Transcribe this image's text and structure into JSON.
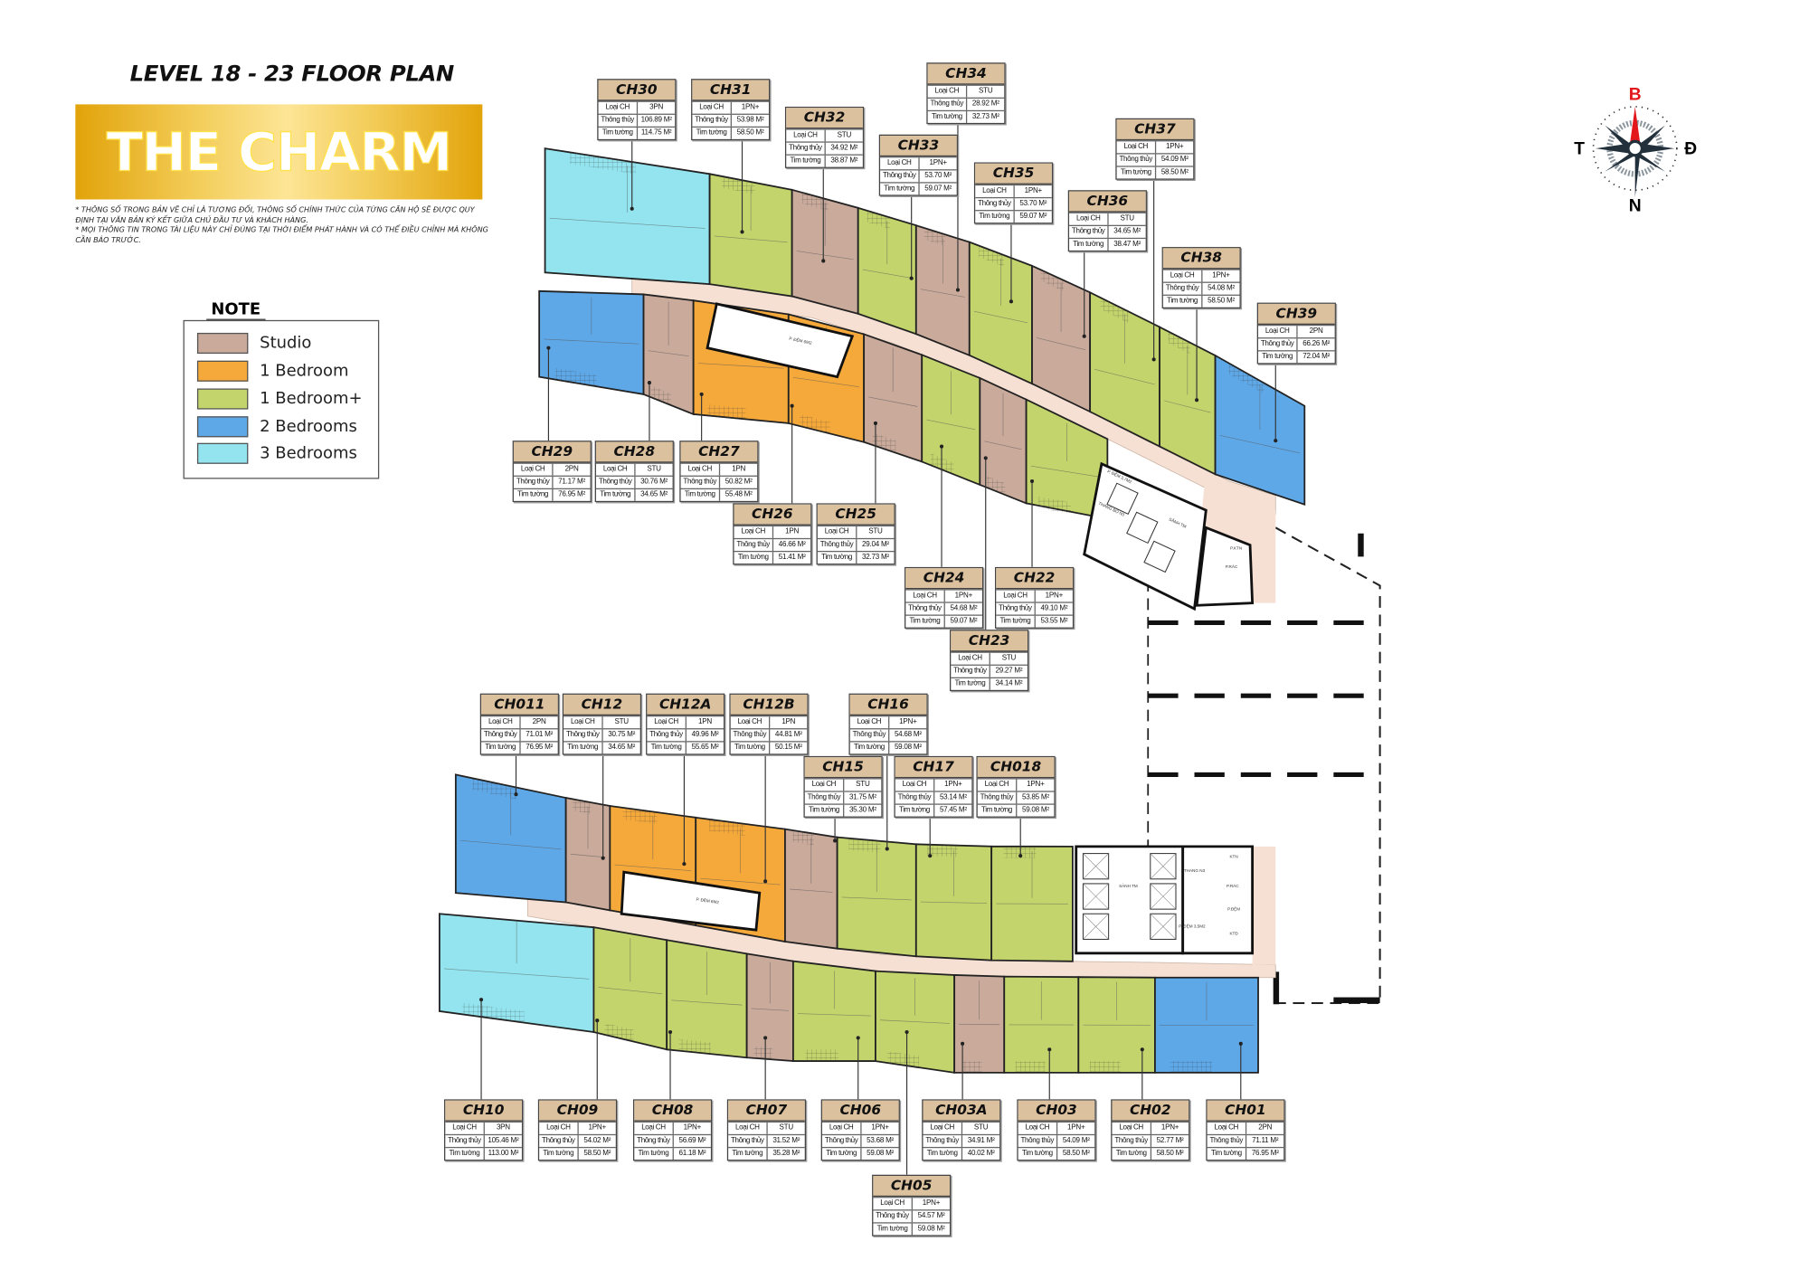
{
  "header": {
    "title": "LEVEL 18 - 23 FLOOR PLAN",
    "brand": "THE CHARM",
    "notes": [
      "* THÔNG SỐ TRONG BẢN VẼ CHỈ LÀ TƯƠNG ĐỐI, THÔNG SỐ CHÍNH THỨC CỦA TỪNG CĂN HỘ SẼ ĐƯỢC QUY ĐỊNH TẠI VĂN BẢN KÝ KẾT  GIỮA CHỦ ĐẦU TƯ VÀ KHÁCH HÀNG.",
      "* MỌI THÔNG TIN TRONG TÀI LIỆU NÀY CHỈ ĐÚNG TẠI THỜI ĐIỂM PHÁT HÀNH VÀ CÓ THỂ ĐIỀU CHỈNH MÀ KHÔNG CẦN BÁO TRƯỚC."
    ]
  },
  "legend": {
    "title": "NOTE",
    "items": [
      {
        "label": "Studio",
        "code": "STU",
        "color": "#c9aa9b"
      },
      {
        "label": "1 Bedroom",
        "code": "1PN",
        "color": "#f5a93b"
      },
      {
        "label": "1 Bedroom+",
        "code": "1PN+",
        "color": "#c3d46c"
      },
      {
        "label": "2 Bedrooms",
        "code": "2PN",
        "color": "#5fa8e8"
      },
      {
        "label": "3 Bedrooms",
        "code": "3PN",
        "color": "#93e4ee"
      }
    ]
  },
  "labels": {
    "loai": "Loại CH",
    "thong_thuy": "Thông thủy",
    "tim_tuong": "Tim tường"
  },
  "compass": {
    "north": "B",
    "west": "T",
    "east": "Đ",
    "south": "N",
    "north_color": "#e3161b"
  },
  "colors": {
    "corridor": "#f6e0d3",
    "label_header": "#dcc19e"
  },
  "cores": {
    "upper_lobby": "SẢNH TM",
    "upper_stair": "THANG BỘ N3",
    "upper_buffer": "P. ĐỆM 3,7M2",
    "upper_ktn": "P.KTN",
    "upper_trash": "P.RÁC",
    "mid_buffer_upper": "P. ĐỆM 6M2",
    "mid_buffer_lower": "P. ĐỆM 6M2",
    "lower_lobby": "SẢNH TM",
    "lower_stair": "THANG N3",
    "lower_buffer": "P. ĐỆM 3,5M2",
    "lower_ktn": "KTN",
    "lower_trash": "P.RÁC",
    "lower_buffer2": "P.ĐỆM",
    "lower_ktd": "KTĐ"
  },
  "units": [
    {
      "id": "CH30",
      "loai": "3PN",
      "thong_thuy": "106.89 M²",
      "tim_tuong": "114.75 M²"
    },
    {
      "id": "CH31",
      "loai": "1PN+",
      "thong_thuy": "53.98 M²",
      "tim_tuong": "58.50 M²"
    },
    {
      "id": "CH32",
      "loai": "STU",
      "thong_thuy": "34.92 M²",
      "tim_tuong": "38.87 M²"
    },
    {
      "id": "CH33",
      "loai": "1PN+",
      "thong_thuy": "53.70 M²",
      "tim_tuong": "59.07 M²"
    },
    {
      "id": "CH34",
      "loai": "STU",
      "thong_thuy": "28.92 M²",
      "tim_tuong": "32.73 M²"
    },
    {
      "id": "CH35",
      "loai": "1PN+",
      "thong_thuy": "53.70 M²",
      "tim_tuong": "59.07 M²"
    },
    {
      "id": "CH36",
      "loai": "STU",
      "thong_thuy": "34.65 M²",
      "tim_tuong": "38.47 M²"
    },
    {
      "id": "CH37",
      "loai": "1PN+",
      "thong_thuy": "54.09 M²",
      "tim_tuong": "58.50 M²"
    },
    {
      "id": "CH38",
      "loai": "1PN+",
      "thong_thuy": "54.08 M²",
      "tim_tuong": "58.50 M²"
    },
    {
      "id": "CH39",
      "loai": "2PN",
      "thong_thuy": "66.26 M²",
      "tim_tuong": "72.04 M²"
    },
    {
      "id": "CH29",
      "loai": "2PN",
      "thong_thuy": "71.17 M²",
      "tim_tuong": "76.95 M²"
    },
    {
      "id": "CH28",
      "loai": "STU",
      "thong_thuy": "30.76 M²",
      "tim_tuong": "34.65 M²"
    },
    {
      "id": "CH27",
      "loai": "1PN",
      "thong_thuy": "50.82 M²",
      "tim_tuong": "55.48 M²"
    },
    {
      "id": "CH26",
      "loai": "1PN",
      "thong_thuy": "46.66 M²",
      "tim_tuong": "51.41 M²"
    },
    {
      "id": "CH25",
      "loai": "STU",
      "thong_thuy": "29.04 M²",
      "tim_tuong": "32.73 M²"
    },
    {
      "id": "CH24",
      "loai": "1PN+",
      "thong_thuy": "54.68 M²",
      "tim_tuong": "59.07 M²"
    },
    {
      "id": "CH23",
      "loai": "STU",
      "thong_thuy": "29.27 M²",
      "tim_tuong": "34.14 M²"
    },
    {
      "id": "CH22",
      "loai": "1PN+",
      "thong_thuy": "49.10 M²",
      "tim_tuong": "53.55 M²"
    },
    {
      "id": "CH011",
      "loai": "2PN",
      "thong_thuy": "71.01 M²",
      "tim_tuong": "76.95 M²"
    },
    {
      "id": "CH12",
      "loai": "STU",
      "thong_thuy": "30.75 M²",
      "tim_tuong": "34.65 M²"
    },
    {
      "id": "CH12A",
      "loai": "1PN",
      "thong_thuy": "49.96 M²",
      "tim_tuong": "55.65 M²"
    },
    {
      "id": "CH12B",
      "loai": "1PN",
      "thong_thuy": "44.81 M²",
      "tim_tuong": "50.15 M²"
    },
    {
      "id": "CH15",
      "loai": "STU",
      "thong_thuy": "31.75 M²",
      "tim_tuong": "35.30 M²"
    },
    {
      "id": "CH16",
      "loai": "1PN+",
      "thong_thuy": "54.68 M²",
      "tim_tuong": "59.08 M²"
    },
    {
      "id": "CH17",
      "loai": "1PN+",
      "thong_thuy": "53.14 M²",
      "tim_tuong": "57.45 M²"
    },
    {
      "id": "CH018",
      "loai": "1PN+",
      "thong_thuy": "53.85 M²",
      "tim_tuong": "59.08 M²"
    },
    {
      "id": "CH10",
      "loai": "3PN",
      "thong_thuy": "105.46 M²",
      "tim_tuong": "113.00 M²"
    },
    {
      "id": "CH09",
      "loai": "1PN+",
      "thong_thuy": "54.02 M²",
      "tim_tuong": "58.50 M²"
    },
    {
      "id": "CH08",
      "loai": "1PN+",
      "thong_thuy": "56.69 M²",
      "tim_tuong": "61.18 M²"
    },
    {
      "id": "CH07",
      "loai": "STU",
      "thong_thuy": "31.52 M²",
      "tim_tuong": "35.28 M²"
    },
    {
      "id": "CH06",
      "loai": "1PN+",
      "thong_thuy": "53.68 M²",
      "tim_tuong": "59.08 M²"
    },
    {
      "id": "CH05",
      "loai": "1PN+",
      "thong_thuy": "54.57 M²",
      "tim_tuong": "59.08 M²"
    },
    {
      "id": "CH03A",
      "loai": "STU",
      "thong_thuy": "34.91 M²",
      "tim_tuong": "40.02 M²"
    },
    {
      "id": "CH03",
      "loai": "1PN+",
      "thong_thuy": "54.09 M²",
      "tim_tuong": "58.50 M²"
    },
    {
      "id": "CH02",
      "loai": "1PN+",
      "thong_thuy": "52.77 M²",
      "tim_tuong": "58.50 M²"
    },
    {
      "id": "CH01",
      "loai": "2PN",
      "thong_thuy": "71.11 M²",
      "tim_tuong": "76.95 M²"
    }
  ]
}
